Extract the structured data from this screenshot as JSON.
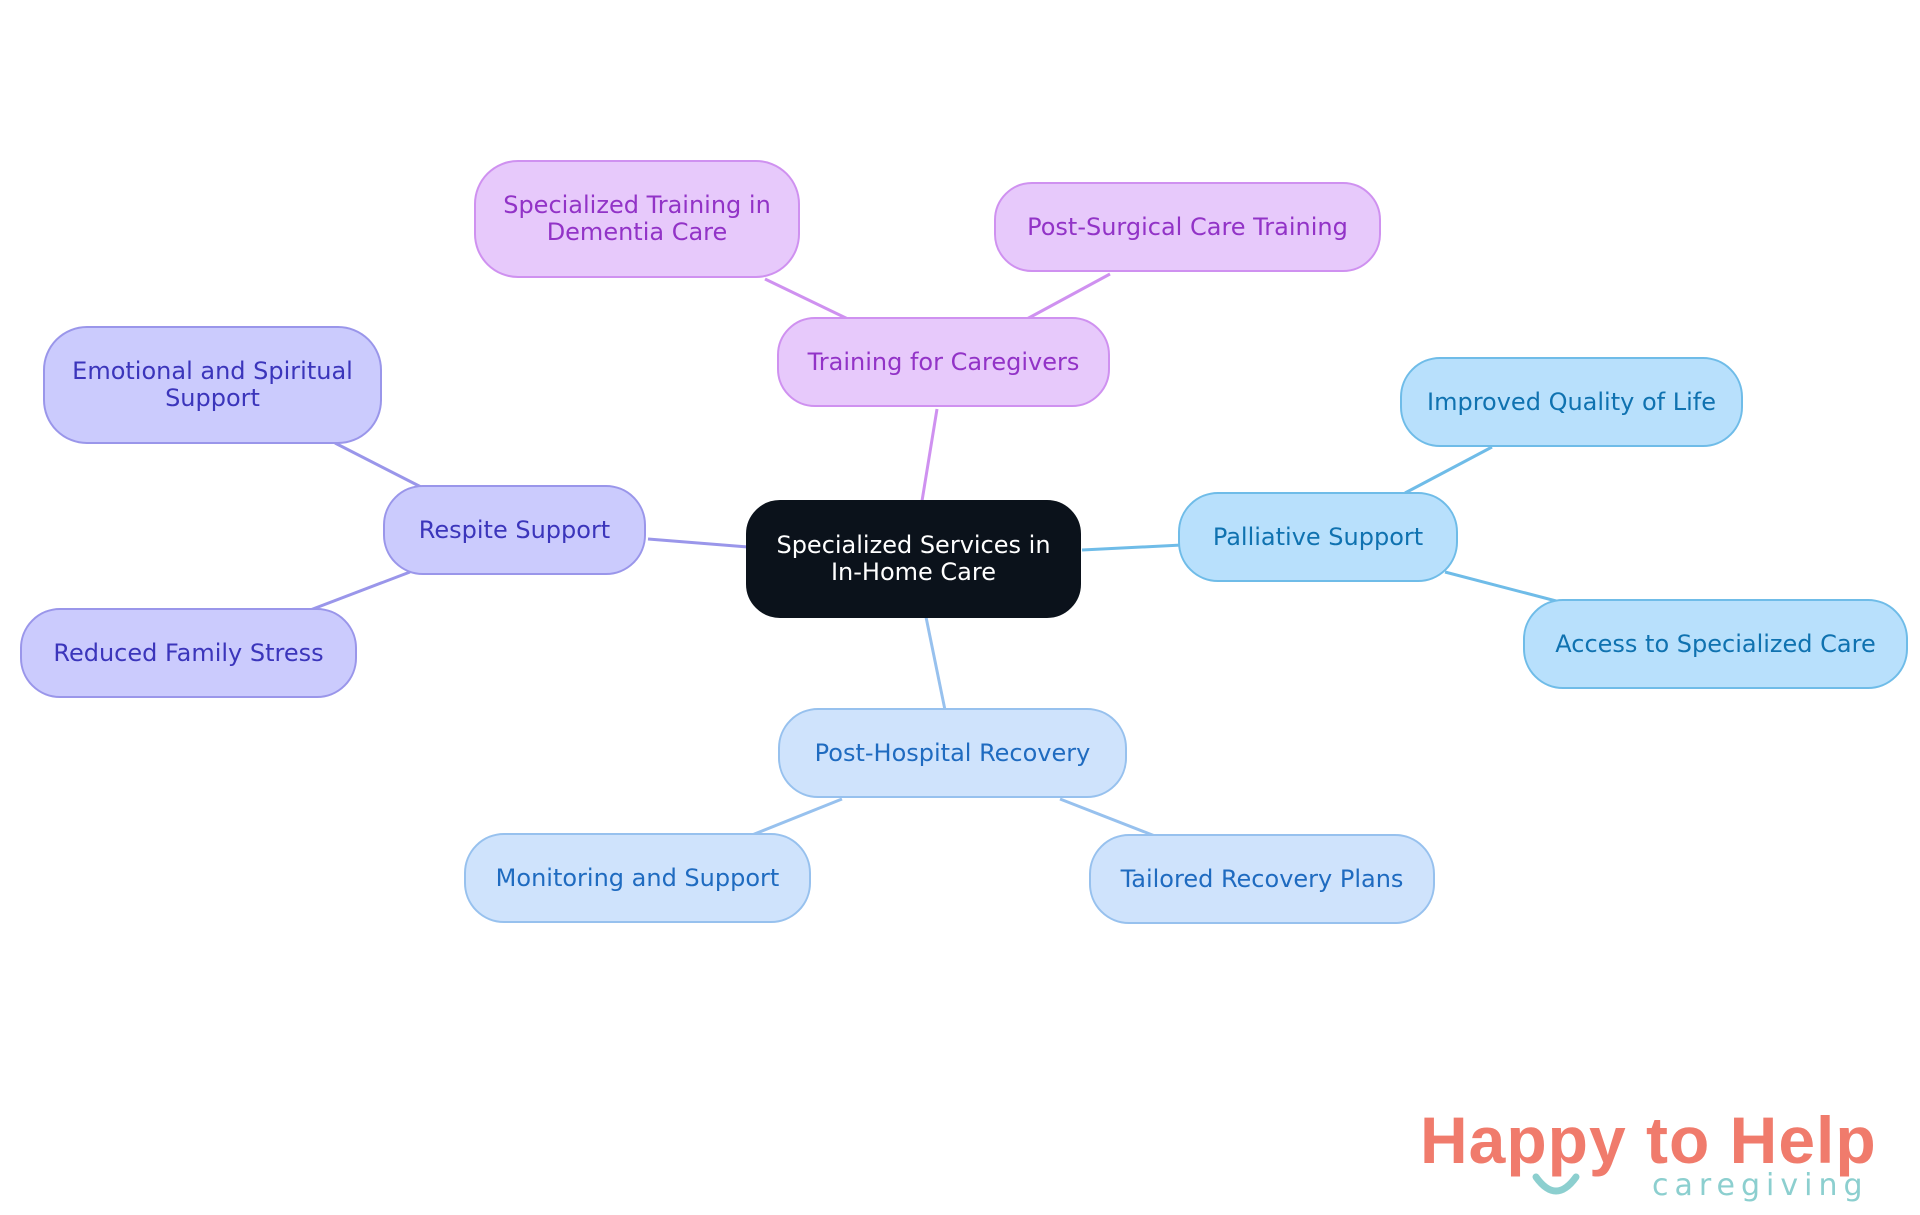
{
  "diagram": {
    "center": {
      "label": "Specialized Services in\nIn-Home Care"
    },
    "branches": [
      {
        "label": "Training for Caregivers",
        "color": "#cf91f0",
        "children": [
          {
            "label": "Specialized Training in\nDementia Care"
          },
          {
            "label": "Post-Surgical Care Training"
          }
        ]
      },
      {
        "label": "Respite Support",
        "color": "#9a96ea",
        "children": [
          {
            "label": "Emotional and Spiritual\nSupport"
          },
          {
            "label": "Reduced Family Stress"
          }
        ]
      },
      {
        "label": "Palliative Support",
        "color": "#6fbce8",
        "children": [
          {
            "label": "Improved Quality of Life"
          },
          {
            "label": "Access to Specialized Care"
          }
        ]
      },
      {
        "label": "Post-Hospital Recovery",
        "color": "#97c1ee",
        "children": [
          {
            "label": "Monitoring and Support"
          },
          {
            "label": "Tailored Recovery Plans"
          }
        ]
      }
    ]
  },
  "logo": {
    "title": "Happy to Help",
    "subtitle": "caregiving",
    "title_color": "#f07b6c",
    "accent_color": "#8ccfcf"
  }
}
